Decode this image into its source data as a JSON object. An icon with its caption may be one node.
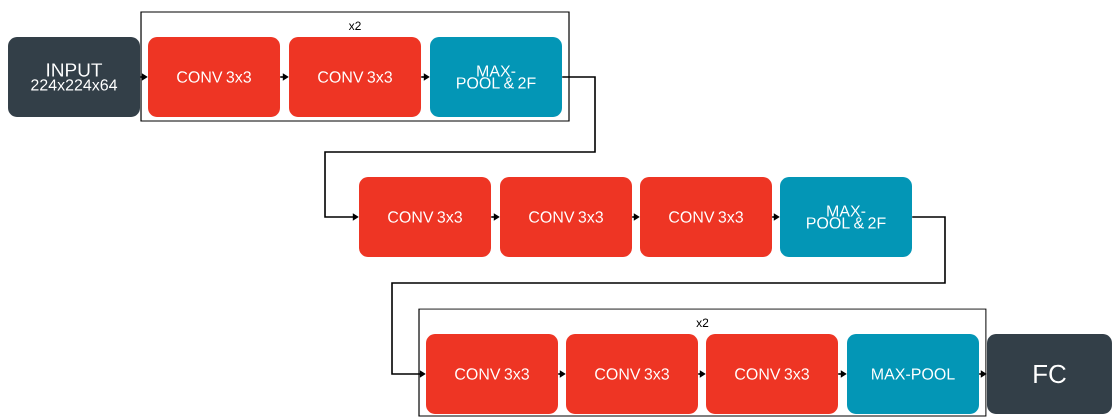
{
  "diagram": {
    "nodes": [
      {
        "text": [
          "INPUT",
          "224x224x64"
        ]
      },
      {
        "text": [
          "x2"
        ]
      },
      {
        "text": [
          "CONV 3x3"
        ],
        "in": 1
      },
      {
        "text": [
          "CONV 3x3"
        ],
        "in": 1
      },
      {
        "text": [
          "MAX-POOL & 2F"
        ],
        "in": 1
      },
      {
        "text": [
          "CONV 3x3"
        ]
      },
      {
        "text": [
          "CONV 3x3"
        ]
      },
      {
        "text": [
          "CONV 3x3"
        ]
      },
      {
        "text": [
          "MAX-POOL & 2F"
        ]
      },
      {
        "text": [
          "x2"
        ]
      },
      {
        "text": [
          "CONV 3x3"
        ],
        "in": 9
      },
      {
        "text": [
          "CONV 3x3"
        ],
        "in": 9
      },
      {
        "text": [
          "CONV 3x3"
        ],
        "in": 9
      },
      {
        "text": [
          "MAX-POOL"
        ],
        "in": 9
      },
      {
        "text": [
          "FC"
        ]
      }
    ],
    "edges": [
      {
        "from": 0,
        "to": 2,
        "arrow": "to"
      },
      {
        "from": 2,
        "to": 3,
        "arrow": "to"
      },
      {
        "from": 3,
        "to": 4,
        "arrow": "to"
      },
      {
        "from": 4,
        "to": 5,
        "arrow": "to"
      },
      {
        "from": 5,
        "to": 6,
        "arrow": "to"
      },
      {
        "from": 6,
        "to": 7,
        "arrow": "to"
      },
      {
        "from": 7,
        "to": 8,
        "arrow": "to"
      },
      {
        "from": 8,
        "to": 10,
        "arrow": "to"
      },
      {
        "from": 10,
        "to": 11,
        "arrow": "to"
      },
      {
        "from": 11,
        "to": 12,
        "arrow": "to"
      },
      {
        "from": 12,
        "to": 13,
        "arrow": "to"
      },
      {
        "from": 13,
        "to": 14,
        "arrow": "to"
      }
    ]
  }
}
